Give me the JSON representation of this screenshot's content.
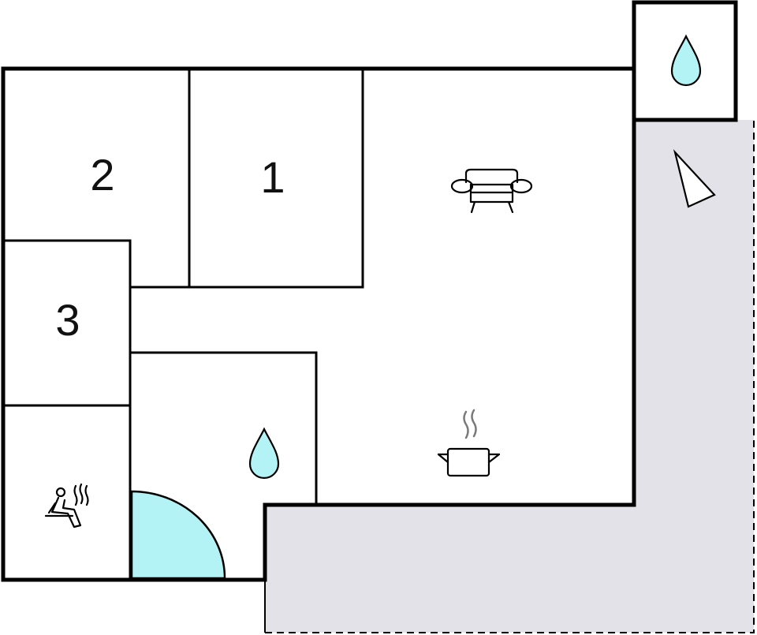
{
  "rooms": [
    {
      "id": "room-2",
      "label": "2"
    },
    {
      "id": "room-1",
      "label": "1"
    },
    {
      "id": "room-3",
      "label": "3"
    }
  ],
  "icons": {
    "living_area": "sofa-icon",
    "kitchen": "cooking-pot-icon",
    "bathroom": "water-drop-icon",
    "outdoor_utility": "water-drop-icon",
    "sauna": "sauna-icon",
    "shower": "shower-area",
    "terrace_marker": "triangle-marker-icon"
  },
  "colors": {
    "wall": "#000000",
    "terrace": "#e2e2e8",
    "water": "#b3f2f5",
    "steam": "#7a7a7a"
  }
}
